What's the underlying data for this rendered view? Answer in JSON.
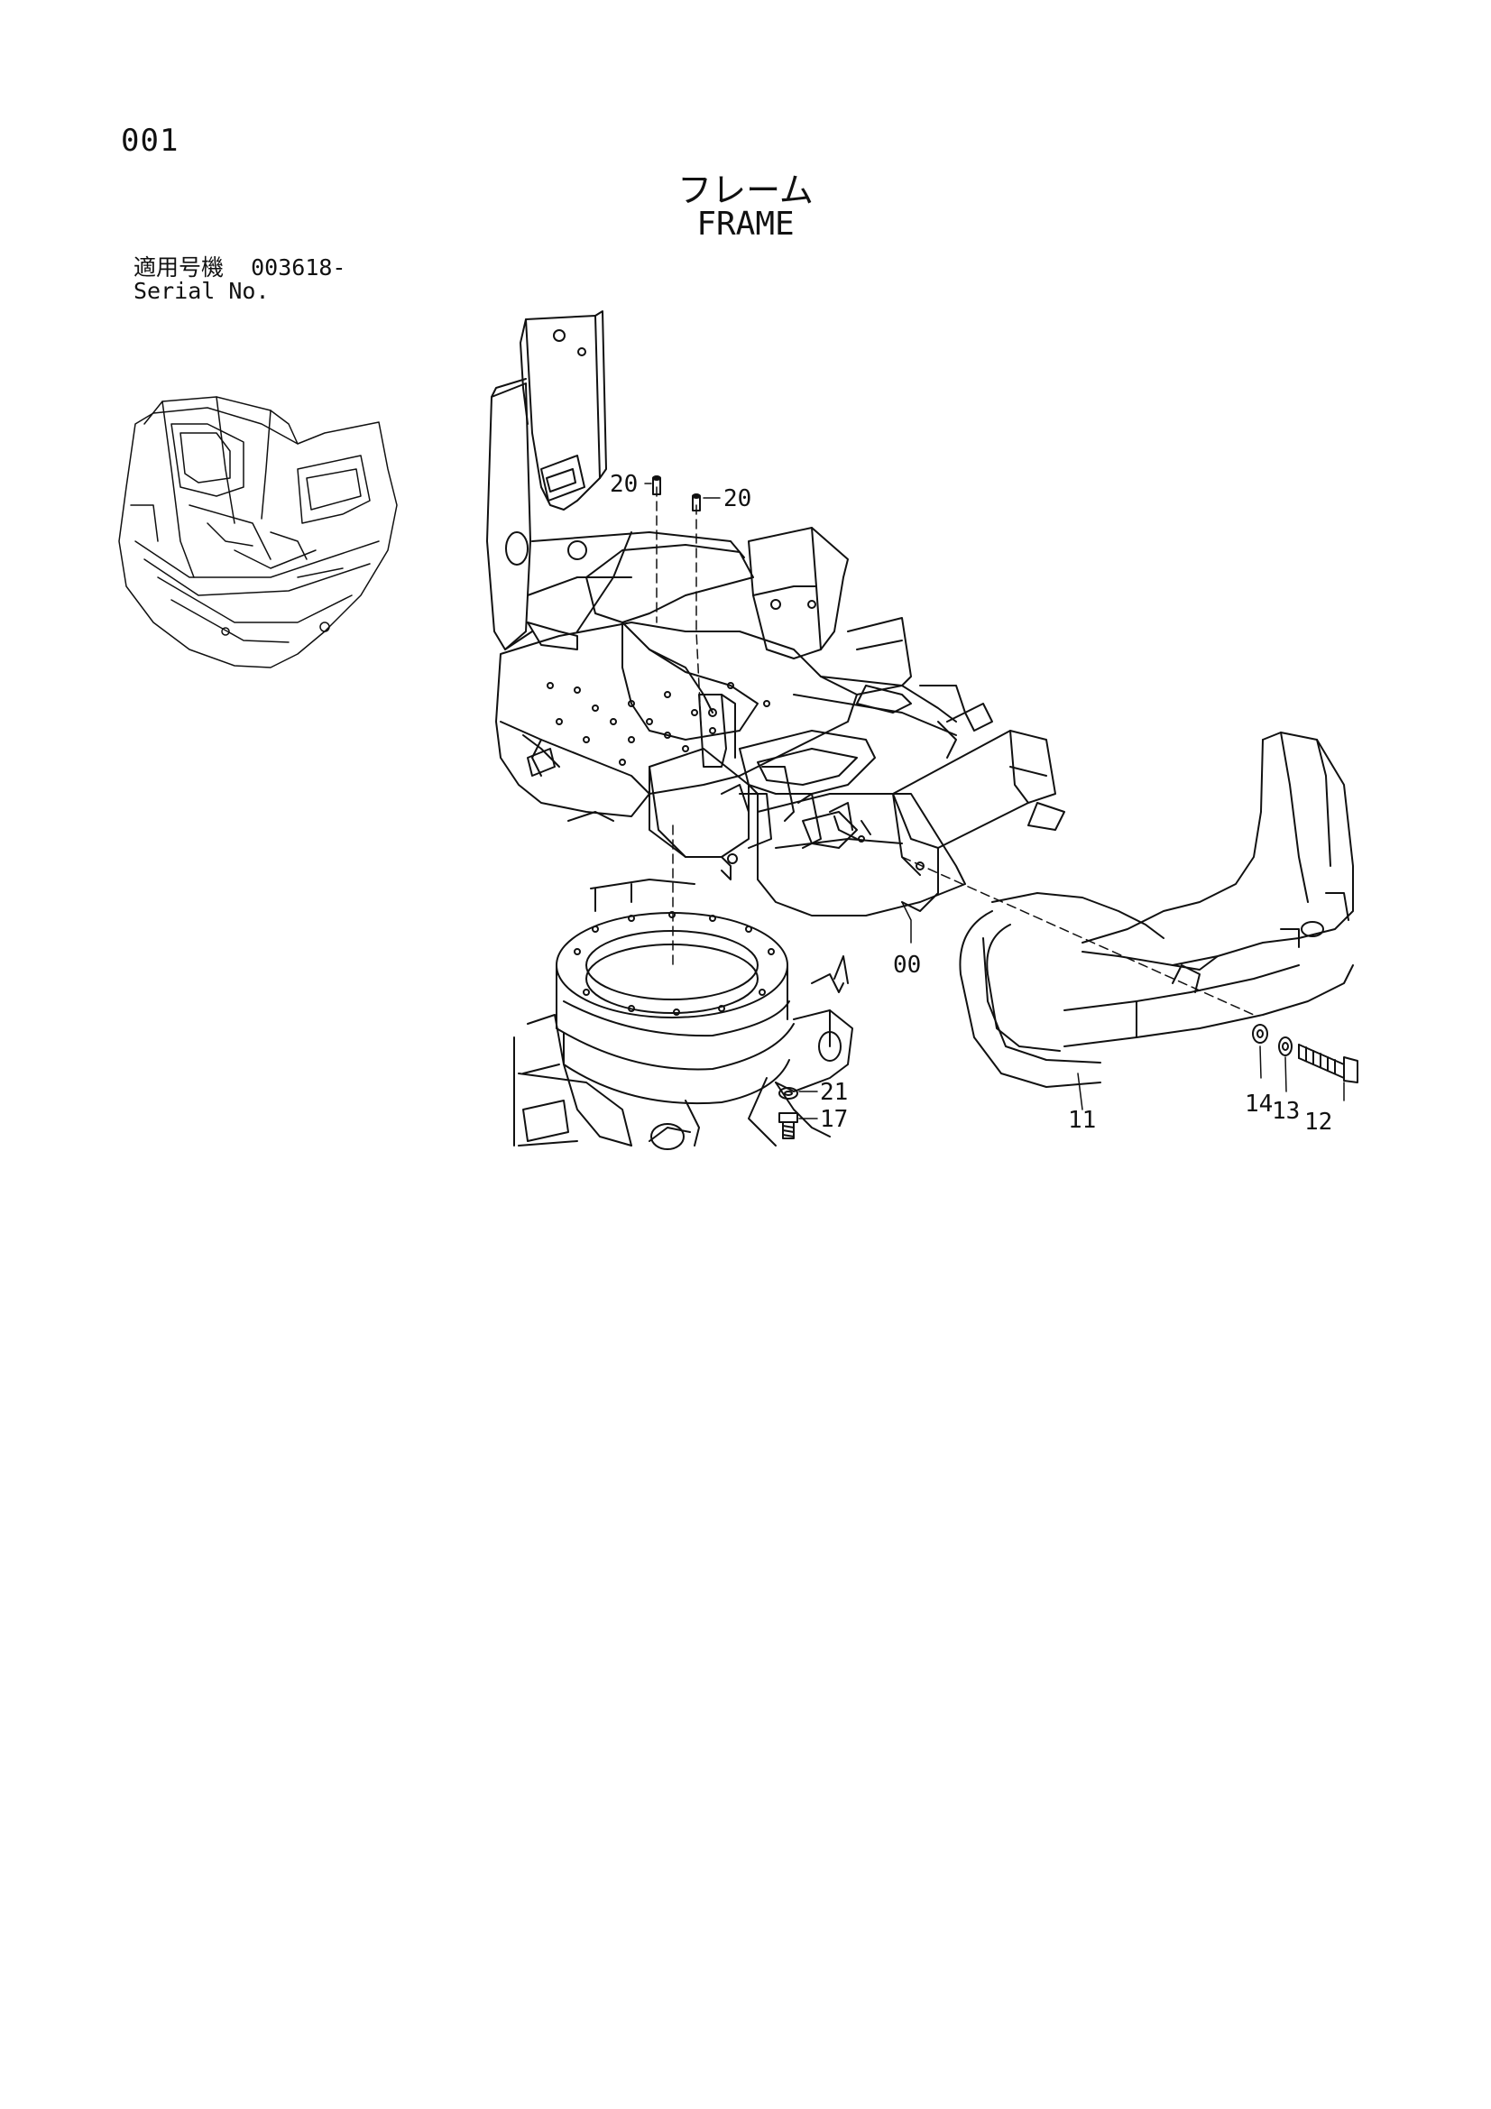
{
  "page_number": "001",
  "title": {
    "japanese": "フレーム",
    "english": "FRAME"
  },
  "serial": {
    "label_jp": "適用号機",
    "value": "003618-",
    "label_en": "Serial No."
  },
  "callouts": {
    "c20a": "20",
    "c20b": "20",
    "c00": "00",
    "c21": "21",
    "c17": "17",
    "c11": "11",
    "c14": "14",
    "c13": "13",
    "c12": "12"
  }
}
